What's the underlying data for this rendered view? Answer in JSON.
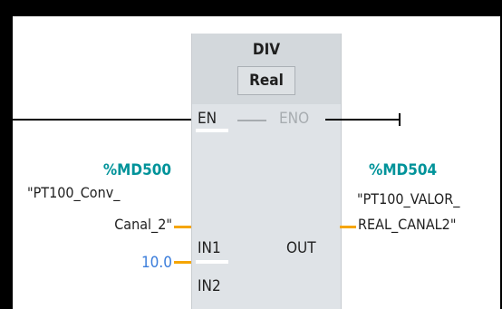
{
  "instruction": {
    "name": "DIV",
    "type": "Real"
  },
  "pins": {
    "en": "EN",
    "eno": "ENO",
    "in1": "IN1",
    "in2": "IN2",
    "out": "OUT"
  },
  "operands": {
    "in1": {
      "address": "%MD500",
      "tag_line1": "\"PT100_Conv_",
      "tag_line2": "Canal_2\""
    },
    "in2": {
      "constant": "10.0"
    },
    "out": {
      "address": "%MD504",
      "tag_line1": "\"PT100_VALOR_",
      "tag_line2": "REAL_CANAL2\""
    }
  },
  "colors": {
    "wire_active": "#f5a500",
    "address": "#00939a",
    "constant": "#3b7ddb",
    "block_fill": "#dfe3e7",
    "block_header": "#d3d8dc"
  }
}
